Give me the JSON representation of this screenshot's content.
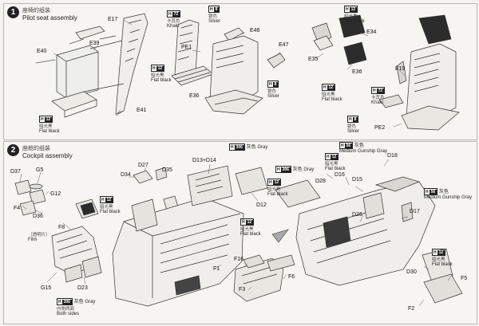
{
  "step1": {
    "number": "1",
    "title_zh": "座椅的组装",
    "title_en": "Pilot seat assembly"
  },
  "step2": {
    "number": "2",
    "title_zh": "座舱的组装",
    "title_en": "Cockpit assembly"
  },
  "parts1": [
    "E40",
    "E39",
    "E17",
    "E41",
    "PE1",
    "E36",
    "E46",
    "E47",
    "E34",
    "E35",
    "E36",
    "E19",
    "PE2"
  ],
  "parts2": [
    "D37",
    "G5",
    "G12",
    "F4",
    "D36",
    "F8",
    "G15",
    "D34",
    "D27",
    "D35",
    "D23",
    "D13+D14",
    "D12",
    "F1",
    "F16",
    "F6",
    "F3",
    "D28",
    "D16",
    "D15",
    "D18",
    "D26",
    "D17",
    "D30",
    "F5",
    "F2"
  ],
  "paints": {
    "h12_flat_black": {
      "code": "H",
      "num": "12",
      "zh": "暗光黑",
      "en": "Flat black"
    },
    "h8_silver": {
      "code": "H",
      "num": "8",
      "zh": "银色",
      "en": "Silver"
    },
    "h72_khaki": {
      "code": "H",
      "num": "72",
      "zh": "卡其色",
      "en": "Khaki"
    },
    "h306_gray": {
      "code": "H",
      "num": "306",
      "zh": "灰色",
      "en": "Gray"
    },
    "h56_mgg": {
      "code": "H",
      "num": "56",
      "zh": "灰色",
      "en": "Medium Gunship Gray"
    },
    "film": {
      "zh": "（透明片）",
      "en": "Film"
    },
    "both_sides_zh": "内侧两面",
    "both_sides_en": "Both sides"
  }
}
